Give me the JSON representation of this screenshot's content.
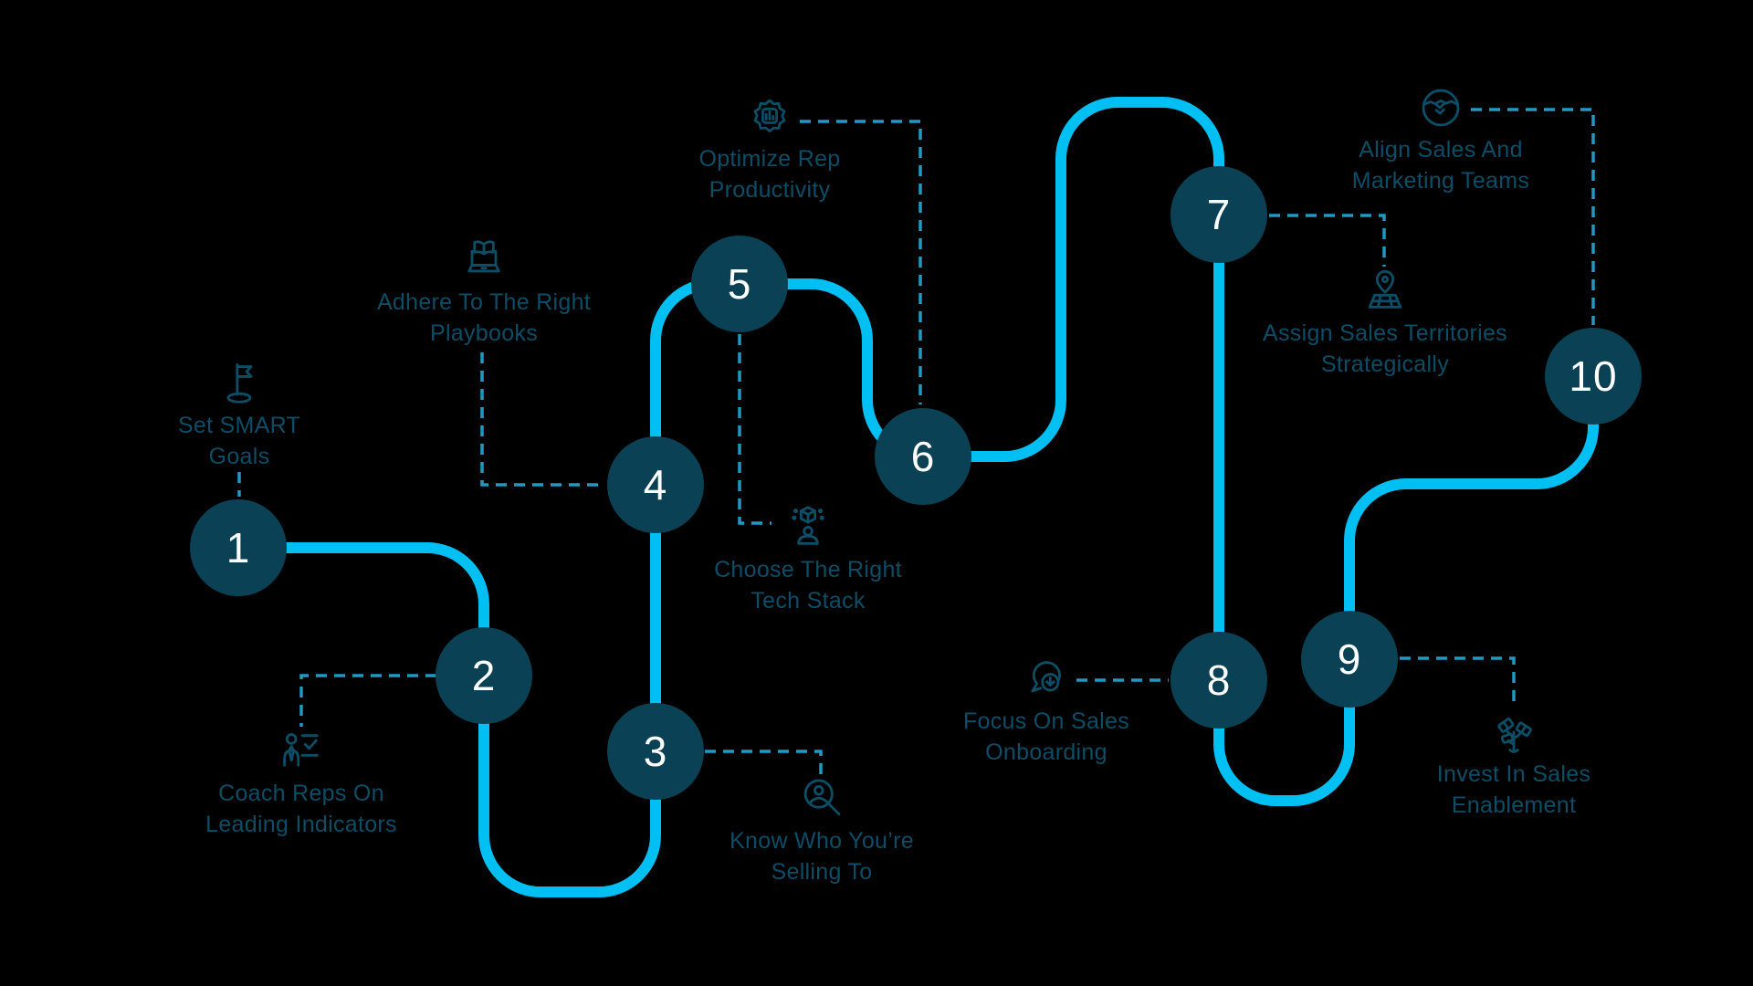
{
  "title": "Sales roadmap infographic",
  "colors": {
    "background": "#000000",
    "route_path": "#00bff2",
    "node_fill": "#0b4154",
    "node_number": "#ffffff",
    "label_text": "#0d4d66",
    "icon_stroke": "#0d4d66",
    "dashed_connector": "#2199c2"
  },
  "steps": [
    {
      "number": "1",
      "icon": "flag-icon",
      "label_line1": "Set SMART",
      "label_line2": "Goals"
    },
    {
      "number": "2",
      "icon": "coach-checklist-icon",
      "label_line1": "Coach Reps On",
      "label_line2": "Leading Indicators"
    },
    {
      "number": "3",
      "icon": "person-magnifier-icon",
      "label_line1": "Know Who You’re",
      "label_line2": "Selling To"
    },
    {
      "number": "4",
      "icon": "playbook-laptop-icon",
      "label_line1": "Adhere To The Right",
      "label_line2": "Playbooks"
    },
    {
      "number": "5",
      "icon": "tech-stack-cube-icon",
      "label_line1": "Choose The Right",
      "label_line2": "Tech Stack"
    },
    {
      "number": "6",
      "icon": "productivity-badge-icon",
      "label_line1": "Optimize Rep",
      "label_line2": "Productivity"
    },
    {
      "number": "7",
      "icon": "territory-map-pin-icon",
      "label_line1": "Assign Sales Territories",
      "label_line2": "Strategically"
    },
    {
      "number": "8",
      "icon": "onboarding-chat-download-icon",
      "label_line1": "Focus On Sales",
      "label_line2": "Onboarding"
    },
    {
      "number": "9",
      "icon": "investment-plant-icon",
      "label_line1": "Invest In Sales",
      "label_line2": "Enablement"
    },
    {
      "number": "10",
      "icon": "handshake-circle-icon",
      "label_line1": "Align Sales And",
      "label_line2": "Marketing Teams"
    }
  ]
}
